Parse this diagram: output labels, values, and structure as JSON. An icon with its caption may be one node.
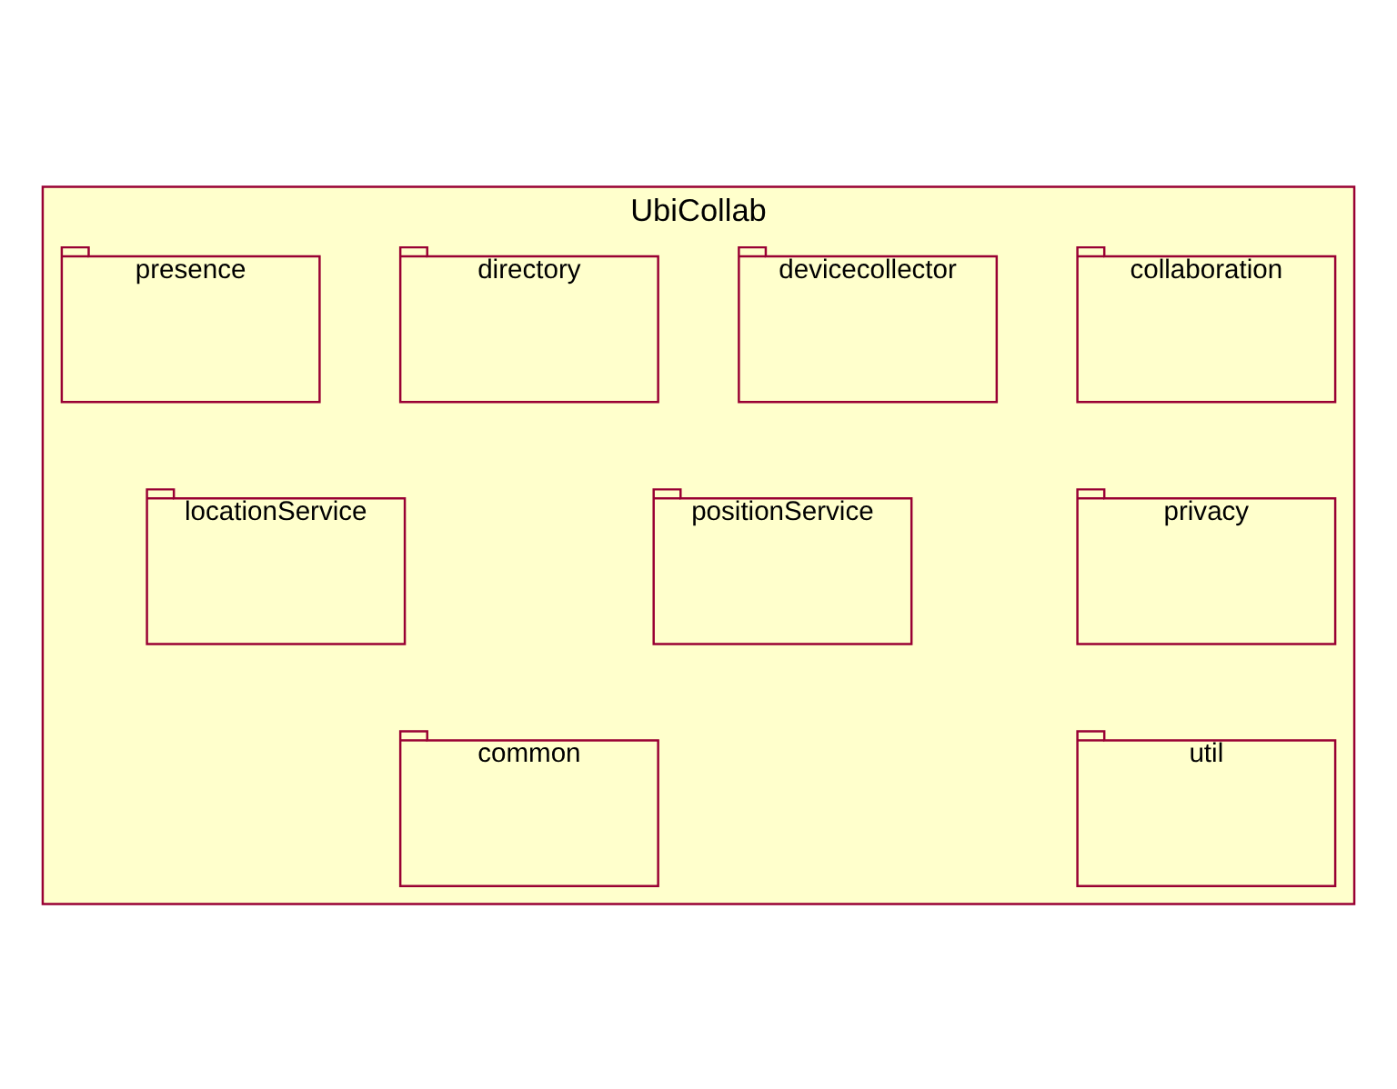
{
  "diagram": {
    "nodes": [
      {
        "text": [
          "UbiCollab"
        ]
      },
      {
        "text": [
          "collaboration"
        ],
        "in": 0
      },
      {
        "text": [
          "devicecollector"
        ],
        "in": 0
      },
      {
        "text": [
          "directory"
        ],
        "in": 0
      },
      {
        "text": [
          "presence"
        ],
        "in": 0
      },
      {
        "text": [
          "privacy"
        ],
        "in": 0
      },
      {
        "text": [
          "positionService"
        ],
        "in": 0
      },
      {
        "text": [
          "locationService"
        ],
        "in": 0
      },
      {
        "text": [
          "util"
        ],
        "in": 0
      },
      {
        "text": [
          "common"
        ],
        "in": 0
      }
    ],
    "edges": []
  }
}
